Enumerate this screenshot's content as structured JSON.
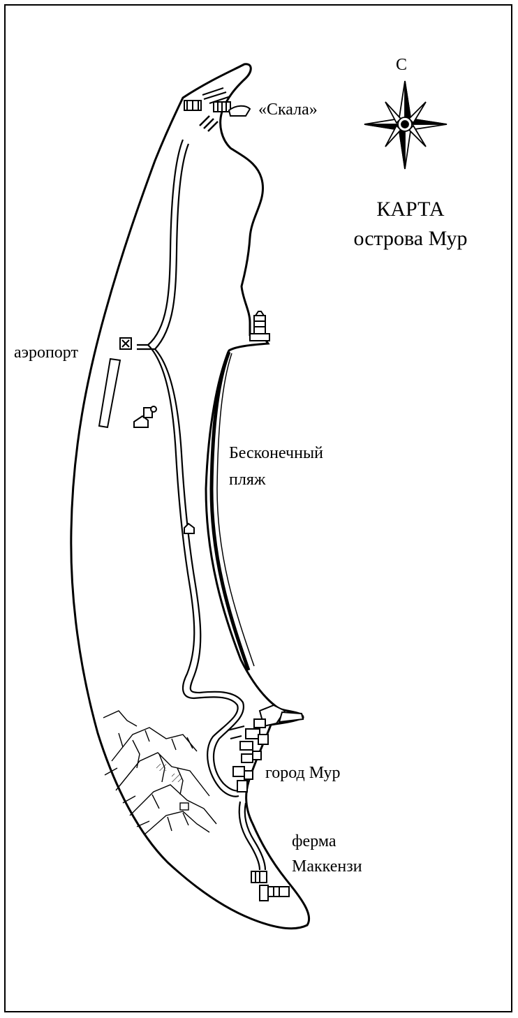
{
  "map": {
    "title_line1": "КАРТА",
    "title_line2": "острова Мур",
    "compass_north": "С",
    "labels": {
      "rock": "«Скала»",
      "airport": "аэропорт",
      "beach_line1": "Бесконечный",
      "beach_line2": "пляж",
      "town": "город Мур",
      "farm_line1": "ферма",
      "farm_line2": "Маккензи"
    },
    "colors": {
      "ink": "#000000",
      "paper": "#ffffff"
    }
  }
}
